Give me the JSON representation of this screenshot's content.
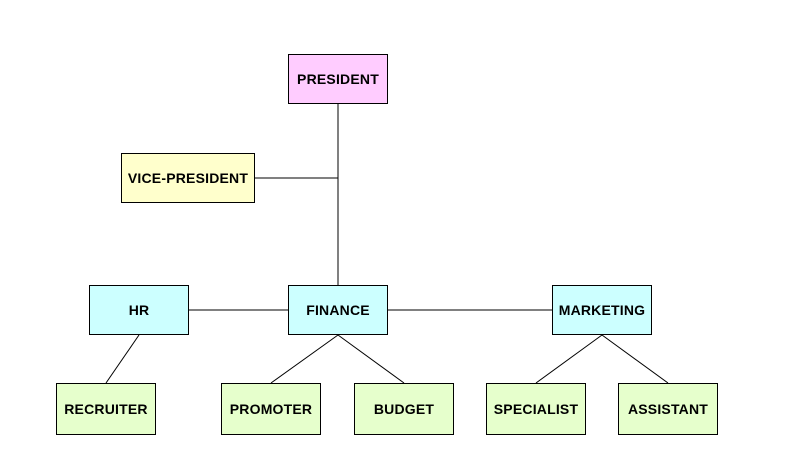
{
  "diagram": {
    "nodes": {
      "president": {
        "label": "PRESIDENT",
        "color": "#FFCCFF"
      },
      "vice_president": {
        "label": "VICE-PRESIDENT",
        "color": "#FFFFCC"
      },
      "hr": {
        "label": "HR",
        "color": "#CCFFFF"
      },
      "finance": {
        "label": "FINANCE",
        "color": "#CCFFFF"
      },
      "marketing": {
        "label": "MARKETING",
        "color": "#CCFFFF"
      },
      "recruiter": {
        "label": "RECRUITER",
        "color": "#E6FFCC"
      },
      "promoter": {
        "label": "PROMOTER",
        "color": "#E6FFCC"
      },
      "budget": {
        "label": "BUDGET",
        "color": "#E6FFCC"
      },
      "specialist": {
        "label": "SPECIALIST",
        "color": "#E6FFCC"
      },
      "assistant": {
        "label": "ASSISTANT",
        "color": "#E6FFCC"
      }
    },
    "edges": [
      {
        "from": "president",
        "to": "finance"
      },
      {
        "from": "vice_president",
        "to": "president-finance-trunk"
      },
      {
        "from": "hr",
        "to": "finance"
      },
      {
        "from": "finance",
        "to": "marketing"
      },
      {
        "from": "hr",
        "to": "recruiter"
      },
      {
        "from": "finance",
        "to": "promoter"
      },
      {
        "from": "finance",
        "to": "budget"
      },
      {
        "from": "marketing",
        "to": "specialist"
      },
      {
        "from": "marketing",
        "to": "assistant"
      }
    ]
  }
}
